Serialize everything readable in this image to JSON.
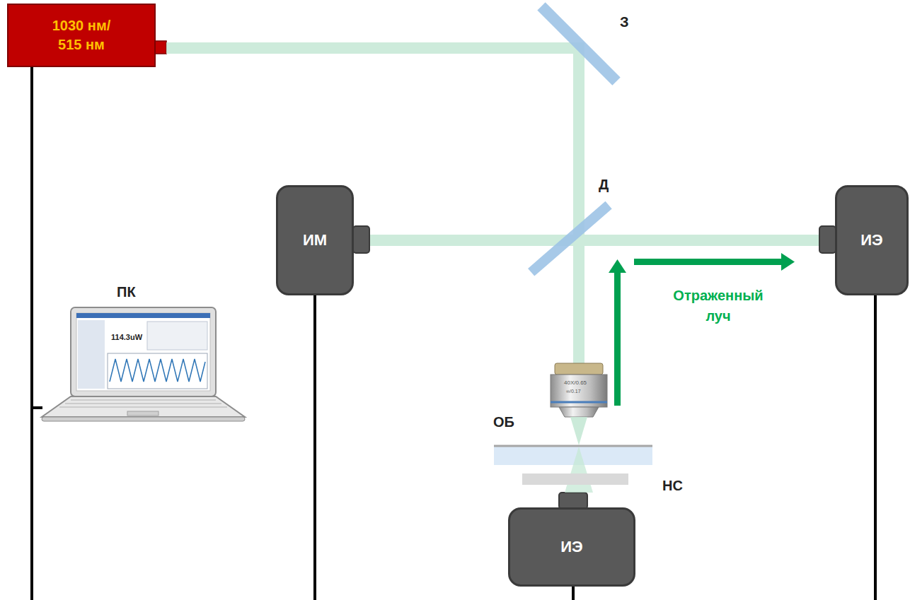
{
  "diagram": {
    "nodes": [
      {
        "text": [
          "1030 нм/ 515 нм"
        ]
      },
      {
        "text": [
          "ИМ"
        ]
      },
      {
        "text": [
          "ИЭ"
        ]
      },
      {
        "text": [
          "ПК",
          "114.3uW"
        ]
      },
      {
        "text": [
          "ИЭ"
        ]
      }
    ],
    "edges": [
      {
        "from": 0,
        "to": 3,
        "arrow": "none"
      }
    ],
    "labels": [
      "З",
      "Д",
      "ОБ",
      "НС",
      "Отраженный луч",
      "40X/0.65",
      "∞/0.17"
    ]
  }
}
